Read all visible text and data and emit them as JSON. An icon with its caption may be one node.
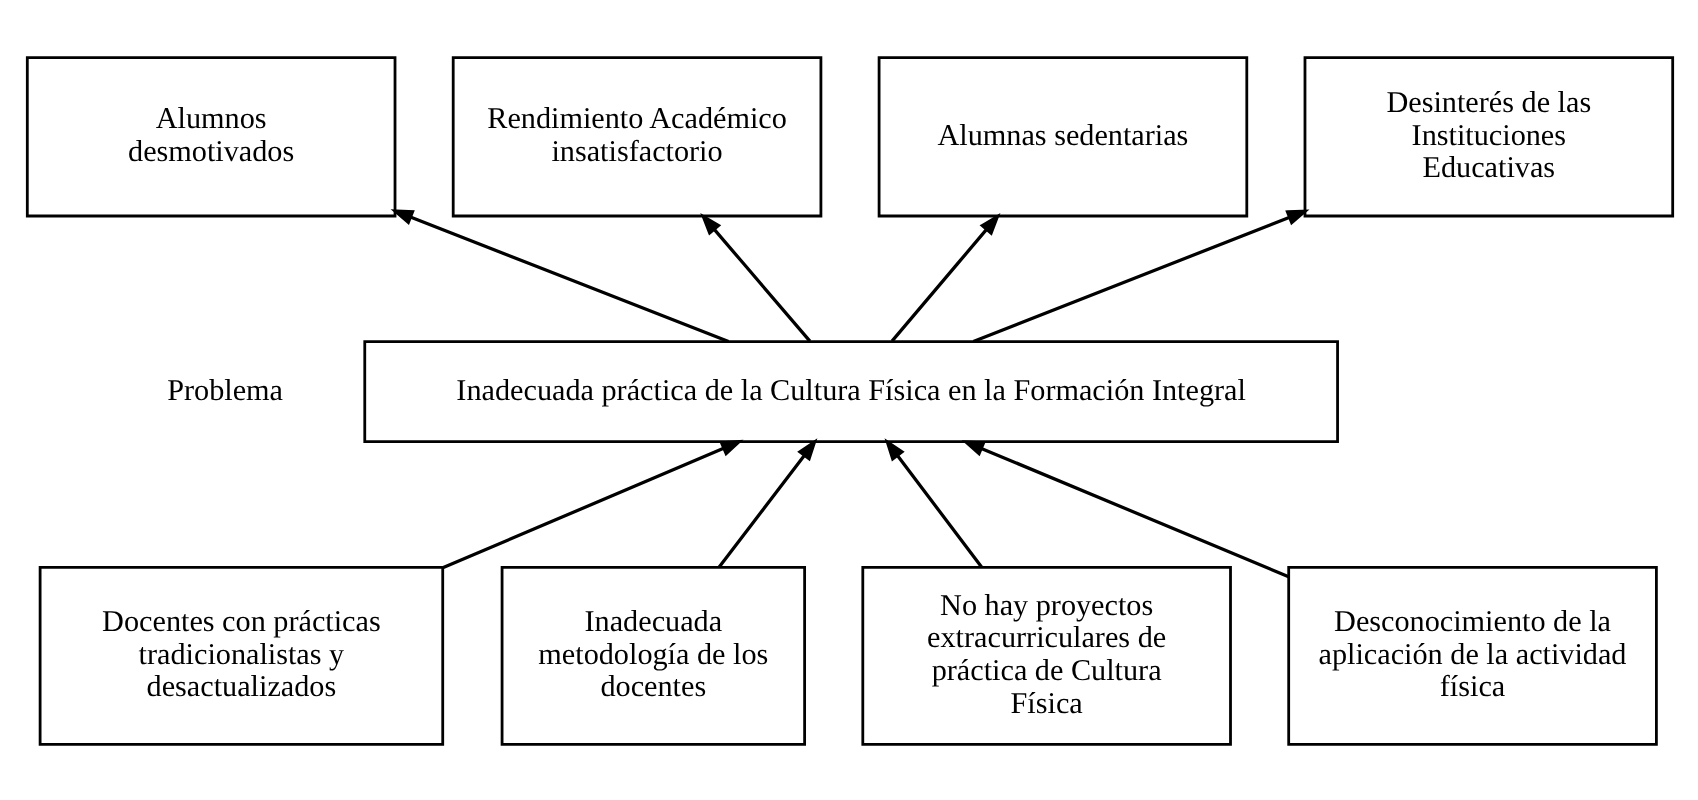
{
  "diagram": {
    "nodes": [
      {
        "text": [
          "Alumnos desmotivados"
        ]
      },
      {
        "text": [
          "Rendimiento Académico insatisfactorio"
        ]
      },
      {
        "text": [
          "Alumnas sedentarias"
        ]
      },
      {
        "text": [
          "Desinterés de las Instituciones Educativas"
        ]
      },
      {
        "text": [
          "Inadecuada práctica de la Cultura Física en la Formación Integral"
        ]
      },
      {
        "text": [
          "Docentes con prácticas tradicionalistas y desactualizados"
        ]
      },
      {
        "text": [
          "Inadecuada metodología de los docentes"
        ]
      },
      {
        "text": [
          "No hay proyectos extracurriculares de práctica de Cultura Física"
        ]
      },
      {
        "text": [
          "Desconocimiento de la aplicación de la actividad física"
        ]
      }
    ],
    "edges": [
      {
        "from": 4,
        "to": 0,
        "arrow": "to"
      },
      {
        "from": 4,
        "to": 1,
        "arrow": "to"
      },
      {
        "from": 4,
        "to": 2,
        "arrow": "to"
      },
      {
        "from": 4,
        "to": 3,
        "arrow": "to"
      },
      {
        "from": 5,
        "to": 4,
        "arrow": "to"
      },
      {
        "from": 6,
        "to": 4,
        "arrow": "to"
      },
      {
        "from": 7,
        "to": 4,
        "arrow": "to"
      },
      {
        "from": 8,
        "to": 4,
        "arrow": "to"
      }
    ],
    "labels": [
      "Problema"
    ]
  }
}
